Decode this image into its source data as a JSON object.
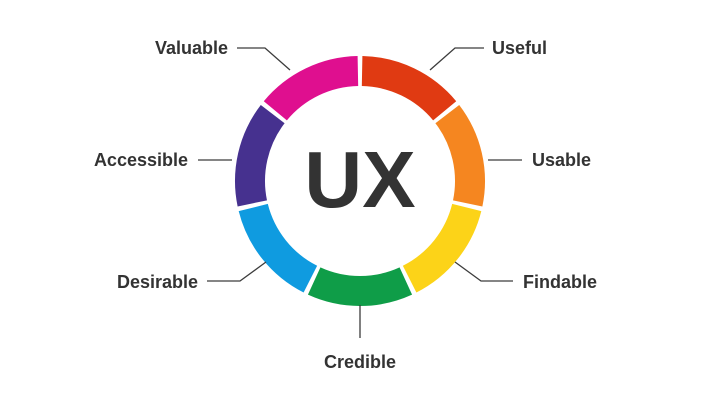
{
  "center_text": "UX",
  "segments": [
    {
      "id": "useful",
      "label": "Useful",
      "color": "#e03a12"
    },
    {
      "id": "usable",
      "label": "Usable",
      "color": "#f58620"
    },
    {
      "id": "findable",
      "label": "Findable",
      "color": "#fcd318"
    },
    {
      "id": "credible",
      "label": "Credible",
      "color": "#0f9d48"
    },
    {
      "id": "desirable",
      "label": "Desirable",
      "color": "#0f9be0"
    },
    {
      "id": "accessible",
      "label": "Accessible",
      "color": "#46318f"
    },
    {
      "id": "valuable",
      "label": "Valuable",
      "color": "#df0f8f"
    }
  ]
}
